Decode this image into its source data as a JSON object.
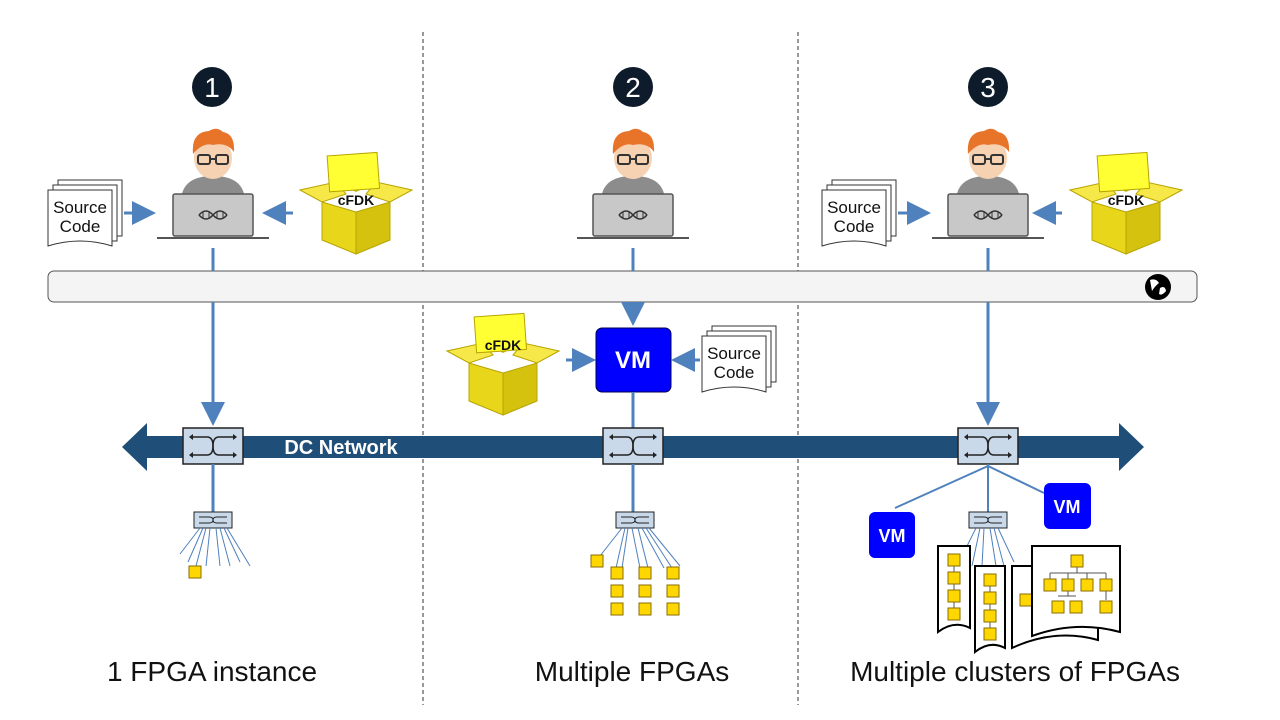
{
  "panels": [
    {
      "number": "1",
      "caption": "1 FPGA instance"
    },
    {
      "number": "2",
      "caption": "Multiple FPGAs"
    },
    {
      "number": "3",
      "caption": "Multiple clusters of FPGAs"
    }
  ],
  "source_code_lines": [
    "Source",
    "Code"
  ],
  "cfdk_label": "cFDK",
  "vm_label": "VM",
  "network_label": "DC Network",
  "icons": [
    "developer-icon",
    "laptop-dna-icon",
    "document-stack-icon",
    "cfdk-box-icon",
    "globe-icon",
    "switch-icon",
    "fpga-chip-icon"
  ],
  "colors": {
    "network": "#1f4e79",
    "arrow": "#4f81bd",
    "vm": "#0000ff",
    "chip": "#ffd700",
    "box": "#f2e01e"
  }
}
